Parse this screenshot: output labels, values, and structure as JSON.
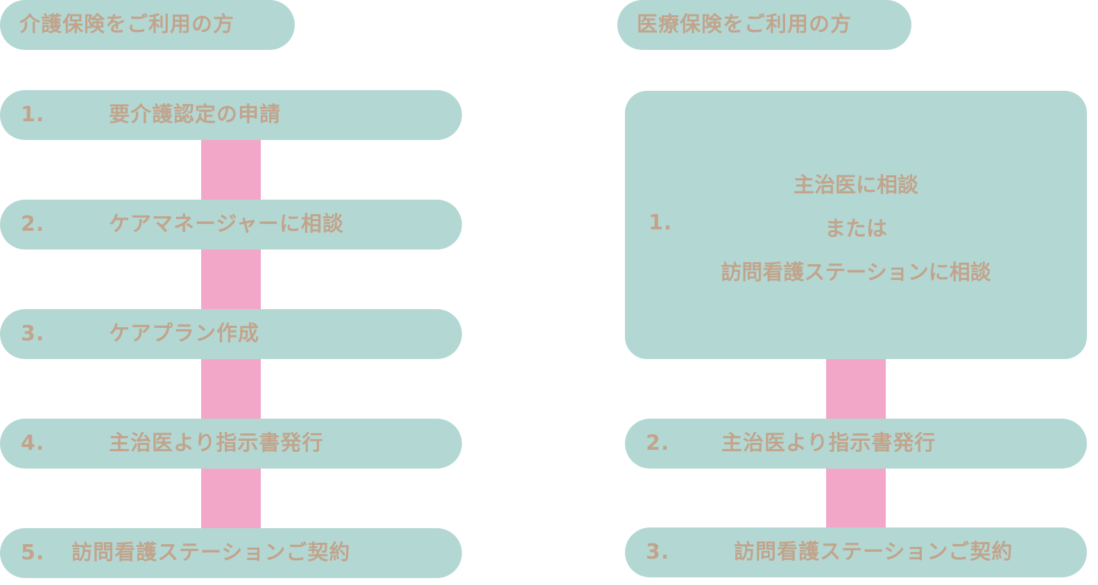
{
  "kaigo": {
    "header": "介護保険をご利用の方",
    "steps": [
      {
        "num": "1.",
        "label": "要介護認定の申請"
      },
      {
        "num": "2.",
        "label": "ケアマネージャーに相談"
      },
      {
        "num": "3.",
        "label": "ケアプラン作成"
      },
      {
        "num": "4.",
        "label": "主治医より指示書発行"
      },
      {
        "num": "5.",
        "label": "訪問看護ステーションご契約"
      }
    ]
  },
  "iryo": {
    "header": "医療保険をご利用の方",
    "step1": {
      "num": "1.",
      "line1": "主治医に相談",
      "line2": "または",
      "line3": "訪問看護ステーションに相談"
    },
    "steps": [
      {
        "num": "2.",
        "label": "主治医より指示書発行"
      },
      {
        "num": "3.",
        "label": "訪問看護ステーションご契約"
      }
    ]
  },
  "colors": {
    "teal": "#b3d8d4",
    "pink": "#f2a7c9",
    "text": "#c2a48c"
  }
}
